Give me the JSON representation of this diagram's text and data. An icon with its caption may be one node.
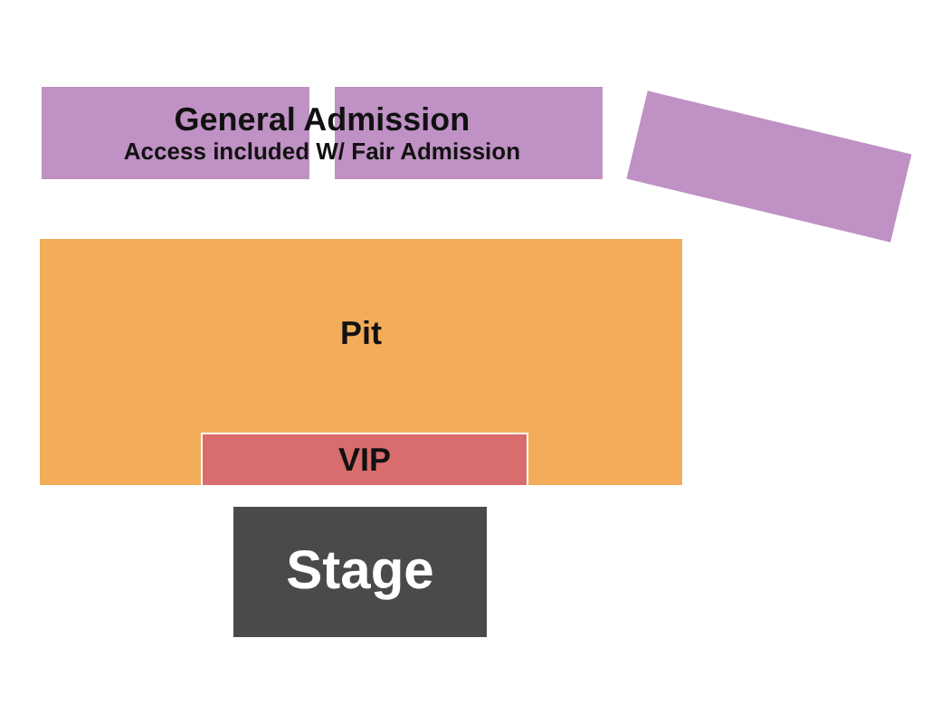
{
  "diagram": {
    "nodes": [
      {
        "text": [
          "General Admission",
          "Access included W/ Fair Admission"
        ]
      },
      {
        "text": [],
        "shape": "box"
      },
      {
        "text": [
          "Pit"
        ]
      },
      {
        "text": [
          "VIP"
        ],
        "in": 2
      },
      {
        "text": [
          "Stage"
        ]
      }
    ]
  }
}
